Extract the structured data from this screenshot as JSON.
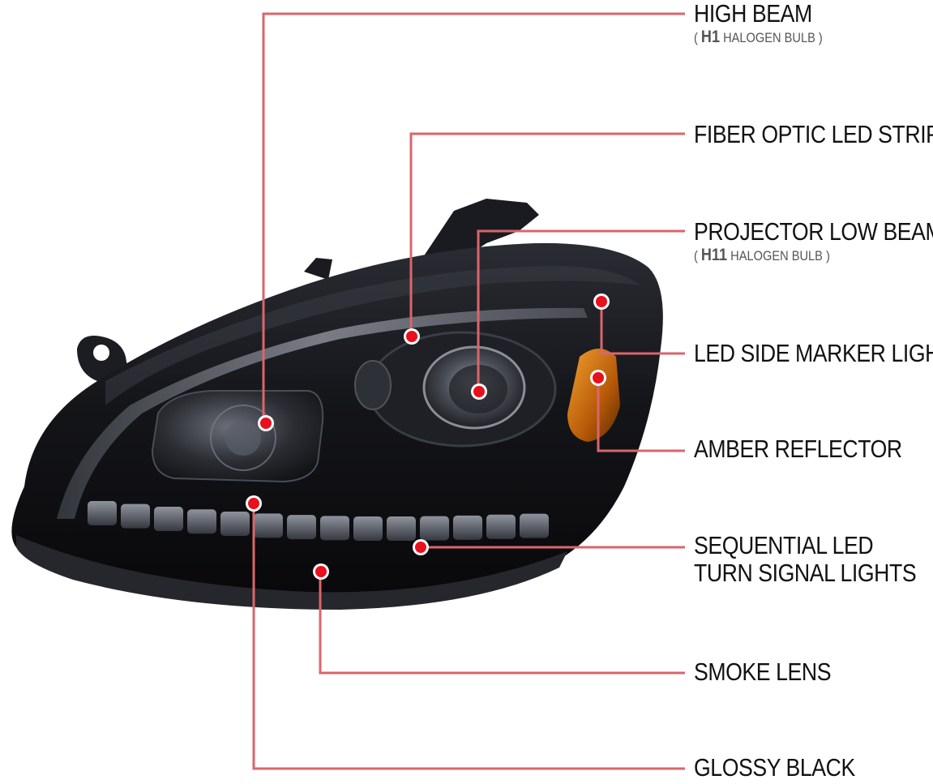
{
  "callouts": [
    {
      "main": "HIGH BEAM",
      "sub_open": "( ",
      "sub_bulb": "H1",
      "sub_rest": " HALOGEN BULB )"
    },
    {
      "main": "FIBER OPTIC LED STRIP"
    },
    {
      "main": "PROJECTOR LOW BEAM",
      "sub_open": "( ",
      "sub_bulb": "H11",
      "sub_rest": " HALOGEN BULB )"
    },
    {
      "main": "LED SIDE MARKER LIGHT"
    },
    {
      "main": "AMBER REFLECTOR"
    },
    {
      "main": "SEQUENTIAL LED",
      "main2": "TURN SIGNAL LIGHTS"
    },
    {
      "main": "SMOKE LENS"
    },
    {
      "main": "GLOSSY BLACK"
    }
  ],
  "colors": {
    "leader_line": "#d9666c",
    "callout_dot": "#e8101c",
    "housing": "#0c0c0f",
    "amber": "#d87410"
  }
}
